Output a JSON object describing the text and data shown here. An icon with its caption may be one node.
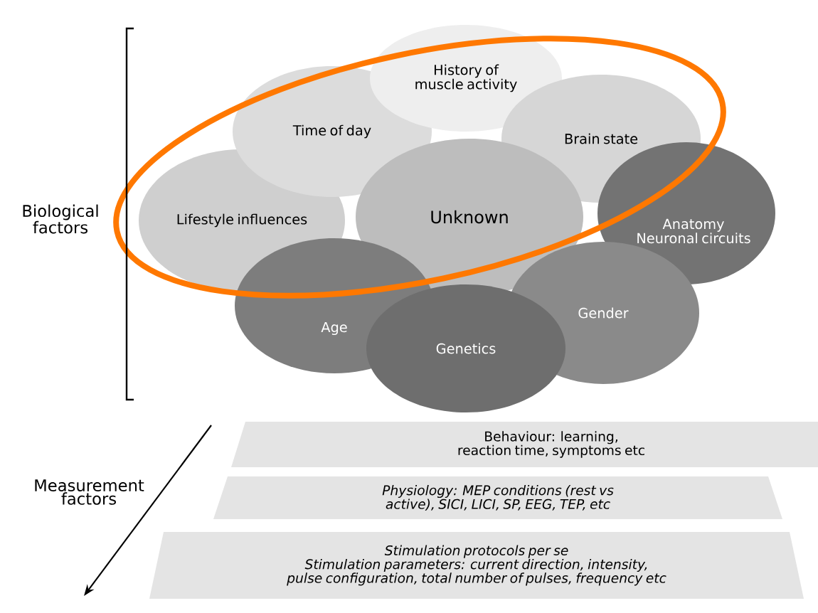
{
  "diagram": {
    "nodes": [
      {
        "text": [
          "History of muscle activity"
        ]
      },
      {
        "text": [
          "Time of day"
        ]
      },
      {
        "text": [
          "Brain state"
        ]
      },
      {
        "text": [
          "Lifestyle influences"
        ]
      },
      {
        "text": [
          "Unknown"
        ]
      },
      {
        "text": [
          "Anatomy Neuronal circuits"
        ]
      },
      {
        "text": [
          "Age"
        ]
      },
      {
        "text": [
          "Gender"
        ]
      },
      {
        "text": [
          "Genetics"
        ]
      },
      {
        "text": [
          "Behaviour: learning, reaction time, symptoms etc"
        ]
      },
      {
        "text": [
          "*Physiology*: MEP conditions (rest vs active), SICI, LICI, SP, EEG, TEP, etc"
        ]
      },
      {
        "text": [
          "Stimulation protocols per se",
          "Stimulation parameters: current direction, intensity, pulse configuration, total number of pulses, frequency etc"
        ]
      }
    ],
    "edges": [],
    "labels": [
      "Biological factors",
      "Measurement factors"
    ]
  }
}
